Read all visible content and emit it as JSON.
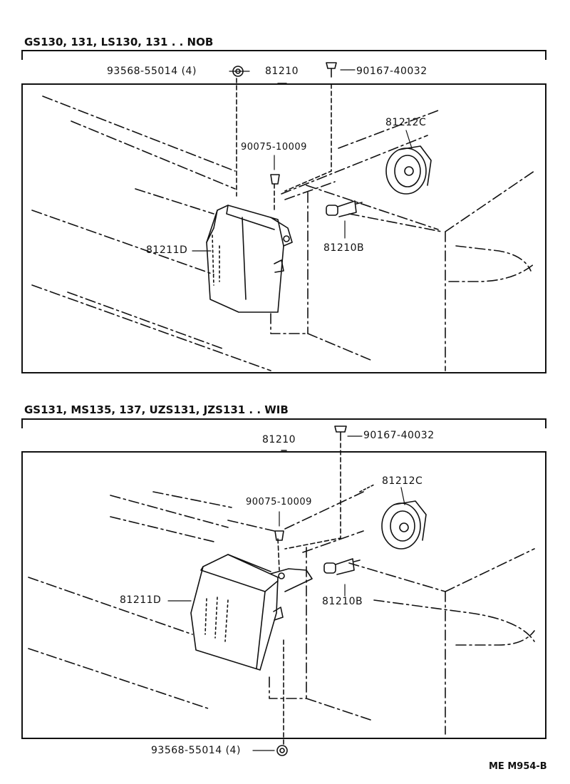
{
  "sections": [
    {
      "header": "GS130, 131, LS130, 131 . . NOB",
      "parts": {
        "nut": "93568-55014 (4)",
        "assembly": "81210",
        "screw": "90167-40032",
        "clip": "90075-10009",
        "socket": "81212C",
        "lamp_unit": "81211D",
        "bulb": "81210B"
      }
    },
    {
      "header": "GS131, MS135, 137, UZS131, JZS131 . . WIB",
      "parts": {
        "nut": "93568-55014 (4)",
        "assembly": "81210",
        "screw": "90167-40032",
        "clip": "90075-10009",
        "socket": "81212C",
        "lamp_unit": "81211D",
        "bulb": "81210B"
      }
    }
  ],
  "footer": "ME  M954-B"
}
